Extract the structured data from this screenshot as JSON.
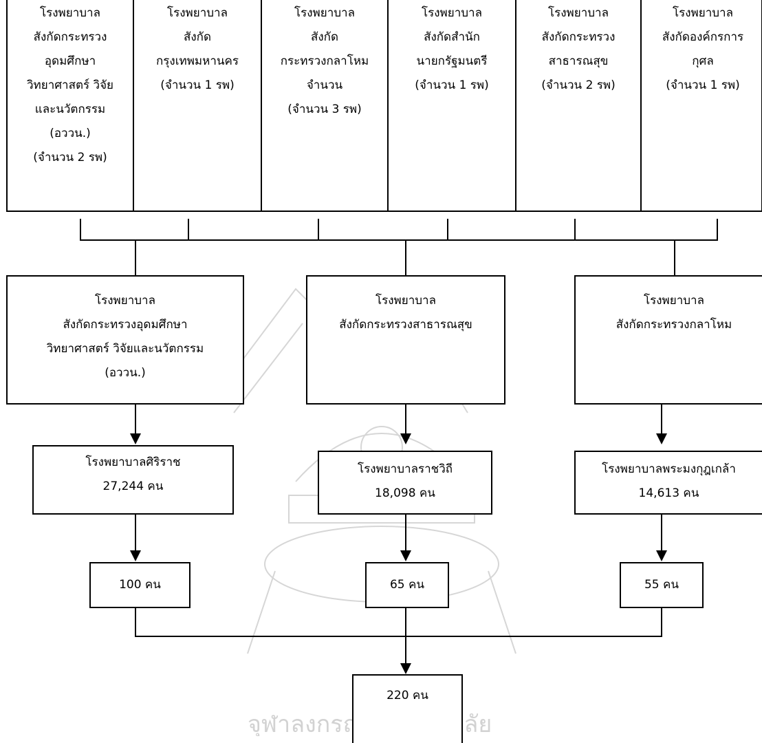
{
  "watermark": {
    "text": "จุฬาลงกรณ์มหาวิทยาลัย"
  },
  "top_categories": [
    {
      "lines": [
        "โรงพยาบาล",
        "สังกัดกระทรวง",
        "อุดมศึกษา",
        "วิทยาศาสตร์ วิจัย",
        "และนวัตกรรม",
        "(อววน.)",
        "(จำนวน 2 รพ)"
      ]
    },
    {
      "lines": [
        "โรงพยาบาล",
        "สังกัด",
        "กรุงเทพมหานคร",
        "(จำนวน 1 รพ)"
      ]
    },
    {
      "lines": [
        "โรงพยาบาล",
        "สังกัด",
        "กระทรวงกลาโหม",
        "จำนวน",
        "(จำนวน 3 รพ)"
      ]
    },
    {
      "lines": [
        "โรงพยาบาล",
        "สังกัดสำนัก",
        "นายกรัฐมนตรี",
        "(จำนวน 1 รพ)"
      ]
    },
    {
      "lines": [
        "โรงพยาบาล",
        "สังกัดกระทรวง",
        "สาธารณสุข",
        "(จำนวน 2 รพ)"
      ]
    },
    {
      "lines": [
        "โรงพยาบาล",
        "สังกัดองค์กรการ",
        "กุศล",
        "(จำนวน 1 รพ)"
      ]
    }
  ],
  "ministries": [
    {
      "lines": [
        "โรงพยาบาล",
        "สังกัดกระทรวงอุดมศึกษา",
        "วิทยาศาสตร์ วิจัยและนวัตกรรม",
        "(อววน.)"
      ]
    },
    {
      "lines": [
        "โรงพยาบาล",
        "สังกัดกระทรวงสาธารณสุข"
      ]
    },
    {
      "lines": [
        "โรงพยาบาล",
        "สังกัดกระทรวงกลาโหม"
      ]
    }
  ],
  "hospitals": [
    {
      "name": "โรงพยาบาลศิริราช",
      "population": "27,244 คน"
    },
    {
      "name": "โรงพยาบาลราชวิถี",
      "population": "18,098 คน"
    },
    {
      "name": "โรงพยาบาลพระมงกุฎเกล้า",
      "population": "14,613 คน"
    }
  ],
  "samples": [
    "100 คน",
    "65 คน",
    "55 คน"
  ],
  "total": "220 คน",
  "colors": {
    "line": "#000000",
    "watermark": "#c8c8c8"
  }
}
